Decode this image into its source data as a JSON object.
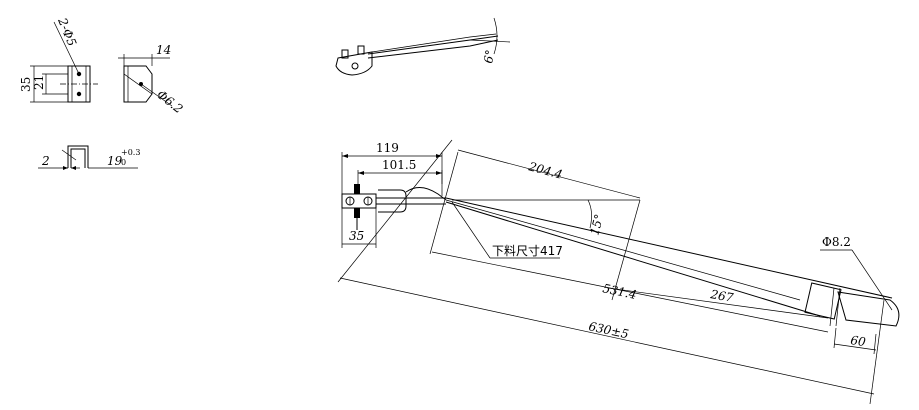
{
  "dims": {
    "d_2phi5": "2-Φ5",
    "d_14": "14",
    "d_35_side": "35",
    "d_21": "21",
    "d_phi62": "Φ6.2",
    "d_2": "2",
    "d_19": "19",
    "d_19_upper": "+0.3",
    "d_19_lower": "0",
    "d_6deg": "6°",
    "d_119": "119",
    "d_1015": "101.5",
    "d_2044": "204.4",
    "d_15deg": "15°",
    "d_35_bottom": "35",
    "d_cut": "下料尺寸417",
    "d_5314": "531.4",
    "d_267": "267",
    "d_630": "630±5",
    "d_phi82": "Φ8.2",
    "d_60": "60"
  }
}
